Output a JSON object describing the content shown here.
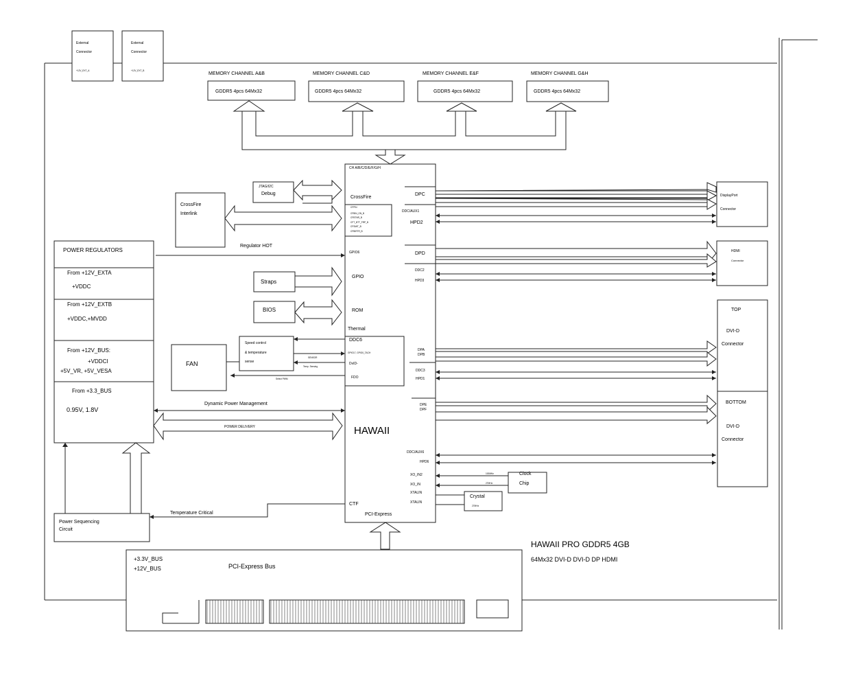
{
  "external_connectors": [
    {
      "title": "External",
      "subtitle": "Connector",
      "pin": "+12V_EXT_A"
    },
    {
      "title": "External",
      "subtitle": "Connector",
      "pin": "+12V_EXT_B"
    }
  ],
  "memory": [
    {
      "channel": "MEMORY CHANNEL A&B",
      "chip": "GDDR5 4pcs 64Mx32"
    },
    {
      "channel": "MEMORY CHANNEL C&D",
      "chip": "GDDR5 4pcs 64Mx32"
    },
    {
      "channel": "MEMORY CHANNEL E&F",
      "chip": "GDDR5 4pcs 64Mx32"
    },
    {
      "channel": "MEMORY CHANNEL G&H",
      "chip": "GDDR5 4pcs 64Mx32"
    }
  ],
  "gpu": {
    "name": "HAWAII",
    "mem_interface": "CH A/B/C/D/E/F/G/H",
    "crossfire": "CrossFire",
    "crossfire_pins": [
      "CFPIN",
      "CFBIN_GN_B",
      "CFBTNR_B",
      "CFT_BTT_FRP_B",
      "CFSMIT_B",
      "CFBIRTR_B"
    ],
    "gpio6": "GPIO6",
    "gpio": "GPIO",
    "rom": "ROM",
    "thermal": "Thermal",
    "ddc6": "DDC6",
    "gpio_tach": "GPIO17, GPIO0_TACH",
    "dvid": "DvID-",
    "fdo": "FDO",
    "dpc": "DPC",
    "ddc_aux1": "DDC/AUX1",
    "hpd2": "HPD2",
    "dpd": "DPD",
    "ddc2": "DDC2",
    "hpd3": "HPD3",
    "dpa": "DPA",
    "dpb": "DPB",
    "ddc3": "DDC3",
    "hpd1": "HPD1",
    "dpe": "DPE",
    "dpf": "DPF",
    "ddc_aux6": "DDC/AUX6",
    "hpd6": "HPD6",
    "xo_in2": "XO_IN2",
    "xo_in": "XO_IN",
    "xtalin": "XTALIN",
    "xtalin2": "XTALIN",
    "ctf": "CTF",
    "pcie": "PCI-Express"
  },
  "debug": {
    "line1": "JTAG/I2C",
    "line2": "Debug"
  },
  "crossfire_interlink": {
    "line1": "CrossFire",
    "line2": "Interlink"
  },
  "straps": "Straps",
  "bios": "BIOS",
  "fan": "FAN",
  "speed_control": {
    "line1": "Speed control",
    "line2": "& temperature",
    "line3": "sense"
  },
  "small_labels": {
    "sensor": "SENSOR",
    "temp": "Temp. Sensing",
    "pwm": "Select PWM",
    "clk1": "100MHz",
    "clk2": "27MHz",
    "clk3": "27MHz"
  },
  "power_regulators": {
    "title": "POWER REGULATORS",
    "from_exta": "From +12V_EXTA",
    "vddc": "+VDDC",
    "from_extb": "From +12V_EXTB",
    "vddc_mvdd": "+VDDC,+MVDD",
    "from_bus": "From +12V_BUS:",
    "vddci": "+VDDCI",
    "vr_vesa": "+5V_VR, +5V_VESA",
    "from_33": "From +3.3_BUS",
    "v095": "0.95V, 1.8V"
  },
  "signals": {
    "regulator_hot": "Regulator HOT",
    "dpm": "Dynamic Power Management",
    "power_delivery": "POWER DELIVERY",
    "temp_critical": "Temperature Critical"
  },
  "power_sequencing": {
    "line1": "Power Sequencing",
    "line2": "Circuit"
  },
  "connectors": {
    "dp_title": "DisplayPort",
    "dp_sub": "Connector",
    "hdmi_title": "HDMI",
    "hdmi_sub": "Connector",
    "top_title": "TOP",
    "top_dvi": "DVI-D",
    "top_sub": "Connector",
    "bottom_title": "BOTTOM",
    "bottom_dvi": "DVI-D",
    "bottom_sub": "Connector"
  },
  "clock": {
    "line1": "Clock",
    "line2": "Chip"
  },
  "crystal": "Crystal",
  "pcie_bus": {
    "v33": "+3.3V_BUS",
    "v12": "+12V_BUS",
    "title": "PCI-Express Bus"
  },
  "board": {
    "title": "HAWAII PRO GDDR5 4GB",
    "subtitle": "64Mx32 DVI-D DVI-D DP HDMI"
  }
}
